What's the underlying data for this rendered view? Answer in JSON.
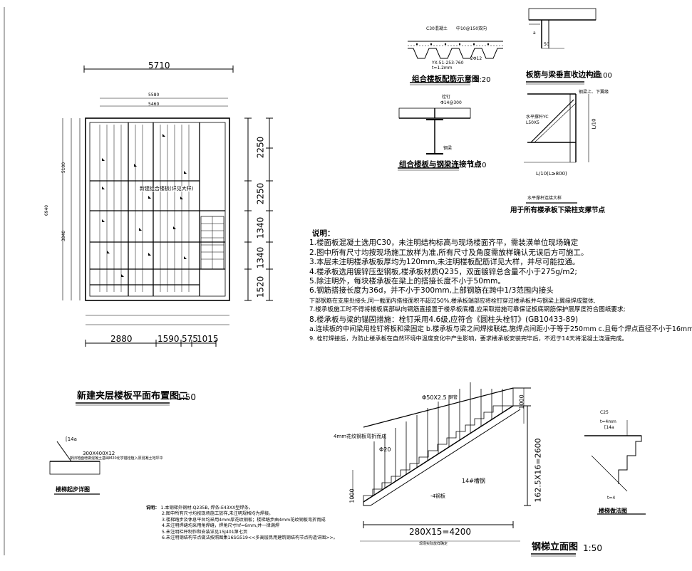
{
  "plan": {
    "title": "新建夹层楼板平面布置图二",
    "scale": "1:50",
    "top_dim": "5710",
    "inner_top_dim": "5460",
    "inner_top_dim2": "5580",
    "center_label": "新建组合楼板(详见大样)",
    "right_dims": [
      "2250",
      "2250",
      "1340",
      "1340",
      "1520"
    ],
    "bottom_dims": [
      "2880",
      "1590",
      "575",
      "1015"
    ],
    "left_dims": [
      "5100",
      "3840",
      "6940"
    ]
  },
  "detail_composite": {
    "title": "组合楼板配筋示意图",
    "scale": "1:20",
    "labels": [
      "C30混凝土",
      "中10@150双向",
      "YX-51-253-760",
      "t=1.2mm",
      "2Φ12"
    ]
  },
  "detail_edge": {
    "title": "板筋与梁垂直收边构造",
    "scale": "1:100",
    "labels": [
      "50",
      "a"
    ]
  },
  "detail_connection": {
    "title": "组合楼板与钢梁连接节点",
    "scale": "1:20",
    "labels": [
      "栓钉",
      "Φ14@300",
      "钢梁"
    ]
  },
  "detail_brace": {
    "labels": [
      "水平撑杆YC",
      "L50X5",
      "钢梁上、下翼缘",
      "L/10",
      "L/10(L≥800)",
      "水平撑杆连接大样"
    ],
    "caption": "用于所有楼承板下梁柱支撑节点"
  },
  "notes_heading": "说明：",
  "notes": [
    "1.楼面板混凝土选用C30，未注明结构标高与现场楼面齐平，需装潢单位现场确定",
    "2.图中所有尺寸均按现场施工放样为准,所有尺寸及角度需放样确认无误后方可施工。",
    "3.本层未注明楼承板板厚均为120mm,未注明楼板配筋详见大样，并尽可能拉通。",
    "4.楼承板选用镀锌压型钢板,楼承板材质Q235，双面镀锌总含量不小于275g/m2;",
    "5.除注明外，每块楼承板在梁上的搭接长度不小于50mm。",
    "6.钢筋搭接长度为36d，并不小于300mm,上部钢筋在跨中1/3范围内接头",
    "下部钢筋在支座处接头,同一截面内搭接面积不超过50%,楼承板端部应将栓钉穿过楼承板并与钢梁上翼缘焊成整体,",
    "7.楼承板施工时不得将楼板底部纵向钢筋直接置于楼承板底槽,应采取措施可靠保证板底钢筋保护层厚度符合图纸要求;",
    "8.楼承板与梁的锚固措施：栓钉采用4.6级,应符合《圆柱头栓钉》(GB10433-89)",
    "a.连续板的中间梁用栓钉将板和梁固定 b.楼承板与梁之间焊接联结,施焊点间距小于等于250mm c.且每个焊点直径不小于16mm。",
    "9. 栓钉焊接后，为防止楼承板在自然环境中温度变化中产生影响，要求楼承板安装完毕后，不迟于14天将混凝土浇灌完成。"
  ],
  "stair_step": {
    "title": "楼梯起步详图",
    "labels": [
      "[14a",
      "300X400X12",
      "新旧地面增做混凝土基础M20化学锚栓植入原混凝土地坪中"
    ]
  },
  "stair_notes_heading": "说明：",
  "stair_notes": [
    "1.本钢梯外钢材:Q235B, 焊条:E43XX型焊条。",
    "2.图中所有尺寸均按现场施工放样,未注明规格均为焊接。",
    "3.楼梯踏步及休息平台均采用4mm厚花纹钢板；楼梯踏步由4mm花纹钢板弯折而成",
    "4.未注明焊缝均采用角焊缝，焊角尺寸hf=6mm,并一律满焊",
    "5.未注明栏杆制作和安装详见15J401第七页",
    "6.未注明钢结构节点做法按照图集16SG519<<多高层民用建筑钢结构节点构造详图>>。"
  ],
  "elevation": {
    "title": "钢梯立面图",
    "scale": "1:50",
    "labels": [
      "Φ50X2.5",
      "钢管",
      "4mm花纹钢板弯折而成",
      "Φ20",
      "14#槽钢",
      "-4钢板",
      "1000",
      "1000",
      "162.5X16=2600",
      "280X15=4200",
      "现场实际放样确定"
    ]
  },
  "stair_section": {
    "title": "楼梯做法图",
    "labels": [
      "C25",
      "t=4mm",
      "[14a",
      "t=4"
    ]
  }
}
